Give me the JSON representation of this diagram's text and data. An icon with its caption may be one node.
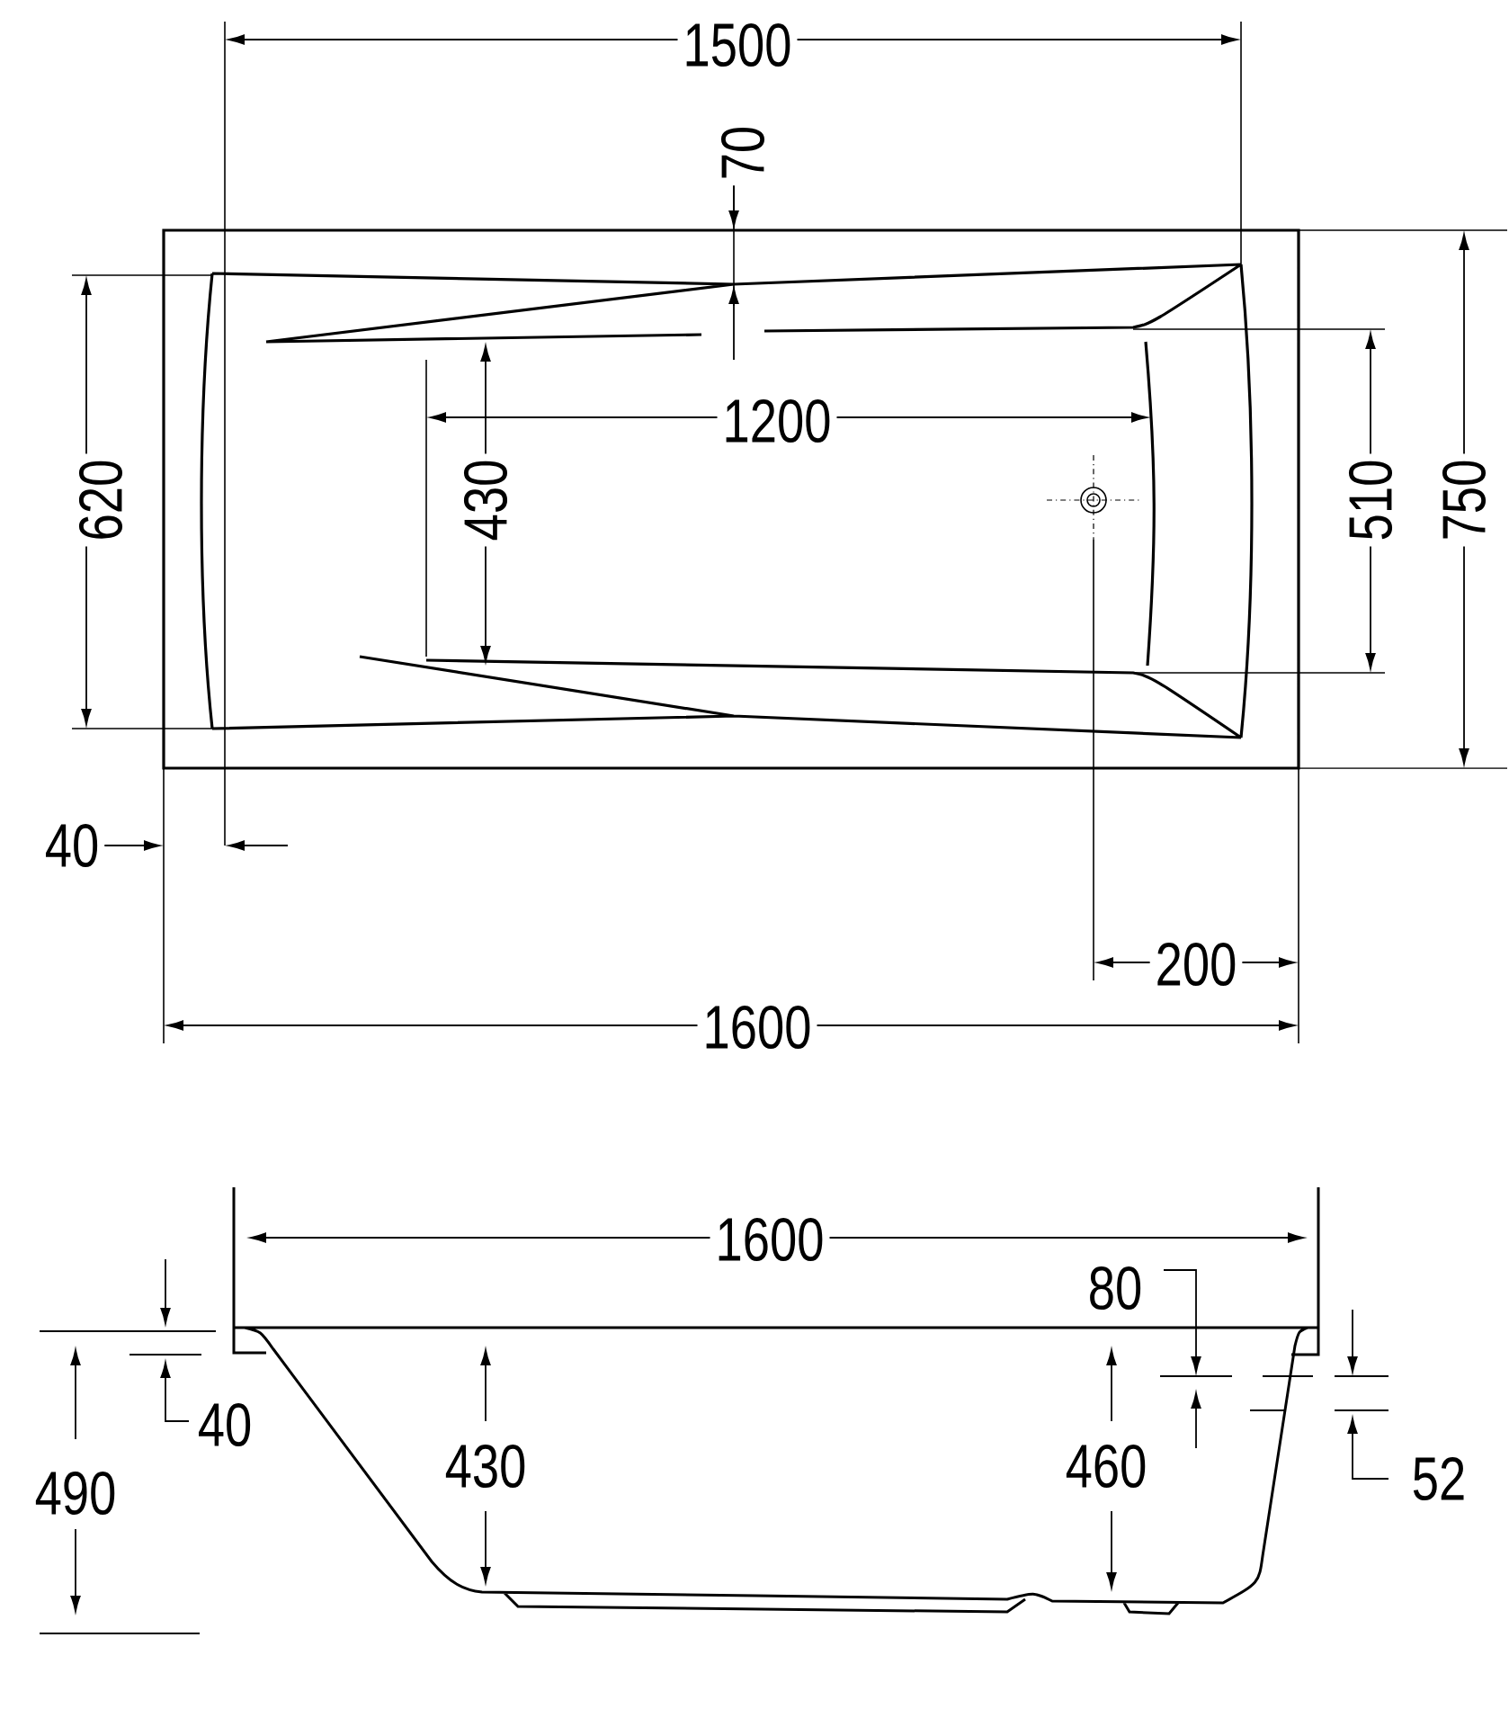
{
  "diagram": {
    "labels": [
      "1500",
      "70",
      "1200",
      "620",
      "430",
      "510",
      "750",
      "40",
      "200",
      "1600",
      "1600",
      "80",
      "40",
      "430",
      "460",
      "490",
      "52"
    ]
  }
}
